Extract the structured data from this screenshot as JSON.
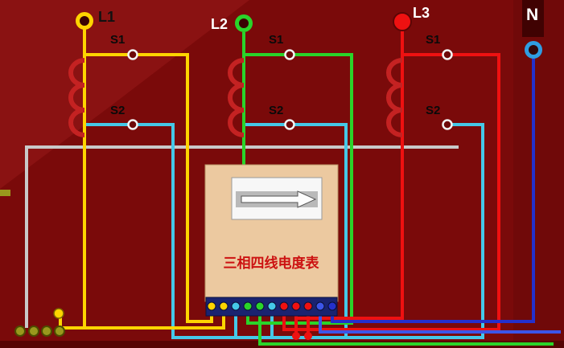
{
  "labels": {
    "l1": "L1",
    "l2": "L2",
    "l3": "L3",
    "n": "N",
    "ct1_s1": "S1",
    "ct1_s2": "S2",
    "ct2_s1": "S1",
    "ct2_s2": "S2",
    "ct3_s1": "S1",
    "ct3_s2": "S2"
  },
  "meter": {
    "name_label": "三相四线电度表"
  },
  "colors": {
    "background": "#7a0a0a",
    "phase_l1": "#ffd400",
    "phase_l2": "#2ad42a",
    "phase_l3": "#ee1111",
    "neutral": "#2430cc",
    "neutral_light": "#3c55e8",
    "neutral_terminal": "#2f9de2",
    "secondary_cyan": "#45c8e8",
    "common_gray": "#c9c9c9",
    "coil": "#c42222",
    "terminal_ring": "#f2f2f2",
    "meter_body": "#ecc9a0",
    "terminal_strip": "#1a2370",
    "meter_text": "#cc1111",
    "ground_olive": "#99991d"
  },
  "meter_terminals": [
    "#ffd400",
    "#ffd400",
    "#45c8e8",
    "#2ad42a",
    "#2ad42a",
    "#45c8e8",
    "#ee1111",
    "#ee1111",
    "#ee1111",
    "#3c55e8",
    "#2430cc"
  ]
}
